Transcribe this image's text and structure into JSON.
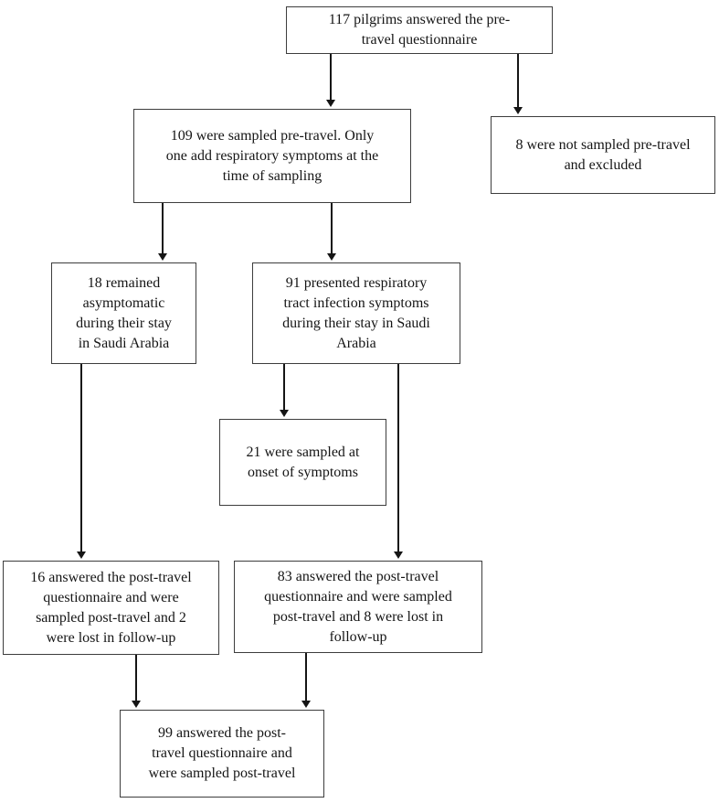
{
  "colors": {
    "background": "#ffffff",
    "box_border": "#3d3d3d",
    "text": "#151515",
    "arrow": "#151515"
  },
  "flowchart": {
    "boxes": [
      {
        "id": "pre-travel-questionnaire",
        "count": 117,
        "text": "117 pilgrims answered the pre-\ntravel questionnaire"
      },
      {
        "id": "sampled-pre-travel",
        "count": 109,
        "text": "109 were sampled pre-travel. Only\none add respiratory symptoms at the\ntime of sampling"
      },
      {
        "id": "not-sampled-excluded",
        "count": 8,
        "text": "8 were not sampled pre-travel\nand excluded"
      },
      {
        "id": "remained-asymptomatic",
        "count": 18,
        "text": "18 remained\nasymptomatic\nduring their stay\nin Saudi Arabia"
      },
      {
        "id": "respiratory-symptoms",
        "count": 91,
        "text": "91 presented respiratory\ntract infection symptoms\nduring their stay in Saudi\nArabia"
      },
      {
        "id": "sampled-at-onset",
        "count": 21,
        "text": "21 were sampled at\nonset of symptoms"
      },
      {
        "id": "answered-post-travel-asymptomatic",
        "count": 16,
        "text": "16 answered the post-travel\nquestionnaire and were\nsampled post-travel and 2\nwere lost in follow-up"
      },
      {
        "id": "answered-post-travel-symptomatic",
        "count": 83,
        "text": "83 answered the post-travel\nquestionnaire and were sampled\npost-travel and 8 were lost in\nfollow-up"
      },
      {
        "id": "answered-post-travel-total",
        "count": 99,
        "text": "99 answered the post-\ntravel questionnaire and\nwere sampled post-travel"
      }
    ]
  }
}
